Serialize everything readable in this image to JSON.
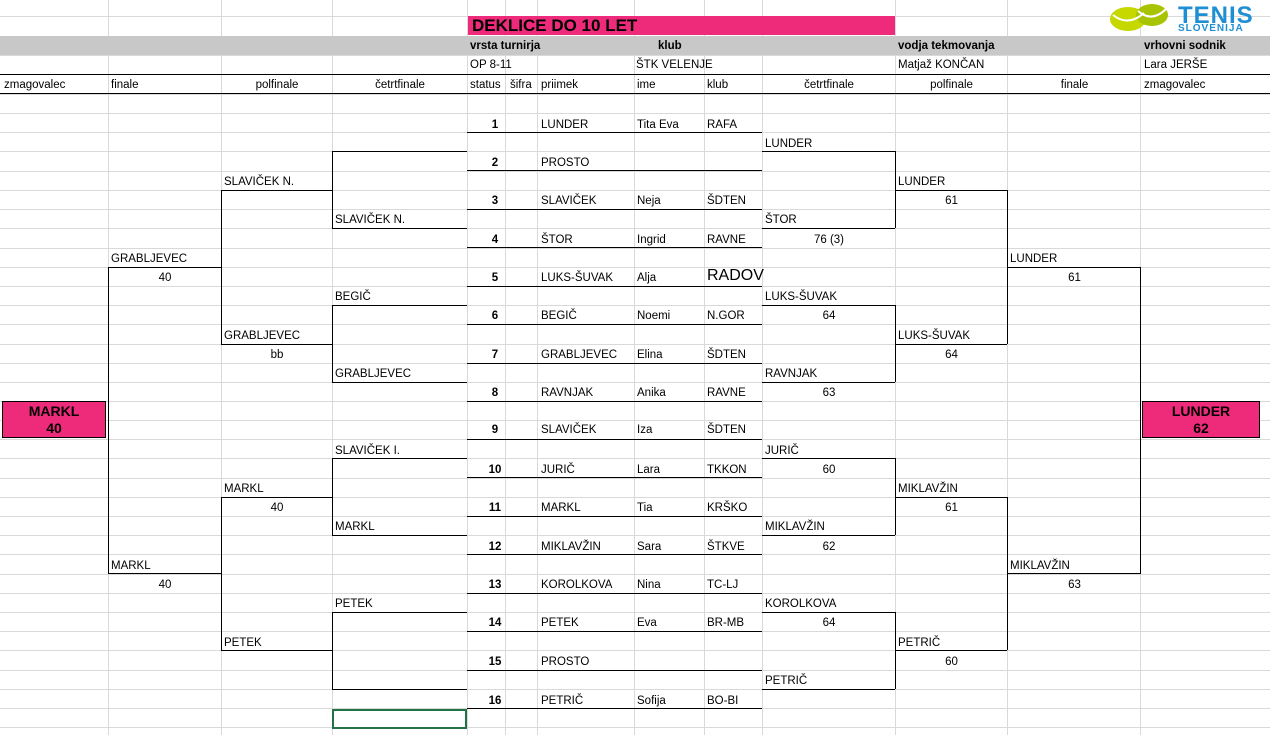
{
  "title": "DEKLICE DO 10 LET",
  "logo": {
    "big": "TENIS",
    "small": "SLOVENIJA"
  },
  "info": {
    "vrsta_label": "vrsta turnirja",
    "klub_label": "klub",
    "vodja_label": "vodja tekmovanja",
    "sodnik_label": "vrhovni  sodnik",
    "vrsta": "OP 8-11",
    "klub": "ŠTK VELENJE",
    "vodja": "Matjaž KONČAN",
    "sodnik": "Lara JERŠE"
  },
  "headers": {
    "zmag_left": "zmagovalec",
    "finale_left": "finale",
    "polfinale_left": "polfinale",
    "cetrt_left": "četrtfinale",
    "status": "status",
    "sifra": "šifra",
    "priimek": "priimek",
    "ime": "ime",
    "klub": "klub",
    "cetrt_right": "četrtfinale",
    "polfinale_right": "polfinale",
    "finale_right": "finale",
    "zmag_right": "zmagovalec"
  },
  "players": [
    {
      "num": "1",
      "surname": "LUNDER",
      "name": "Tita Eva",
      "club": "RAFA"
    },
    {
      "num": "2",
      "surname": "PROSTO",
      "name": "",
      "club": ""
    },
    {
      "num": "3",
      "surname": "SLAVIČEK",
      "name": "Neja",
      "club": "ŠDTEN"
    },
    {
      "num": "4",
      "surname": "ŠTOR",
      "name": "Ingrid",
      "club": "RAVNE"
    },
    {
      "num": "5",
      "surname": "LUKS-ŠUVAK",
      "name": "Alja",
      "club": "RADOV"
    },
    {
      "num": "6",
      "surname": "BEGIČ",
      "name": "Noemi",
      "club": "N.GOR"
    },
    {
      "num": "7",
      "surname": "GRABLJEVEC",
      "name": "Elina",
      "club": "ŠDTEN"
    },
    {
      "num": "8",
      "surname": "RAVNJAK",
      "name": "Anika",
      "club": "RAVNE"
    },
    {
      "num": "9",
      "surname": "SLAVIČEK",
      "name": "Iza",
      "club": "ŠDTEN"
    },
    {
      "num": "10",
      "surname": "JURIČ",
      "name": "Lara",
      "club": "TKKON"
    },
    {
      "num": "11",
      "surname": "MARKL",
      "name": "Tia",
      "club": "KRŠKO"
    },
    {
      "num": "12",
      "surname": "MIKLAVŽIN",
      "name": "Sara",
      "club": "ŠTKVE"
    },
    {
      "num": "13",
      "surname": "KOROLKOVA",
      "name": "Nina",
      "club": "TC-LJ"
    },
    {
      "num": "14",
      "surname": "PETEK",
      "name": "Eva",
      "club": "BR-MB"
    },
    {
      "num": "15",
      "surname": "PROSTO",
      "name": "",
      "club": ""
    },
    {
      "num": "16",
      "surname": "PETRIČ",
      "name": "Sofija",
      "club": "BO-BI"
    }
  ],
  "right_qf": [
    {
      "name": "LUNDER",
      "score": ""
    },
    {
      "name": "ŠTOR",
      "score": "76 (3)"
    },
    {
      "name": "LUKS-ŠUVAK",
      "score": "64"
    },
    {
      "name": "RAVNJAK",
      "score": "63"
    },
    {
      "name": "JURIČ",
      "score": "60"
    },
    {
      "name": "MIKLAVŽIN",
      "score": "62"
    },
    {
      "name": "KOROLKOVA",
      "score": "64"
    },
    {
      "name": "PETRIČ",
      "score": ""
    }
  ],
  "right_sf": [
    {
      "name": "LUNDER",
      "score": "61"
    },
    {
      "name": "LUKS-ŠUVAK",
      "score": "64"
    },
    {
      "name": "MIKLAVŽIN",
      "score": "61"
    },
    {
      "name": "PETRIČ",
      "score": "60"
    }
  ],
  "right_final": [
    {
      "name": "LUNDER",
      "score": "61"
    },
    {
      "name": "MIKLAVŽIN",
      "score": "63"
    }
  ],
  "right_winner": {
    "name": "LUNDER",
    "score": "62"
  },
  "left_qf": [
    "SLAVIČEK N.",
    "BEGIČ",
    "GRABLJEVEC",
    "SLAVIČEK I.",
    "MARKL",
    "PETEK"
  ],
  "left_sf": [
    {
      "name": "SLAVIČEK N.",
      "score": ""
    },
    {
      "name": "GRABLJEVEC",
      "score": "bb"
    },
    {
      "name": "MARKL",
      "score": "40"
    },
    {
      "name": "PETEK",
      "score": ""
    }
  ],
  "left_final": [
    {
      "name": "GRABLJEVEC",
      "score": "40"
    },
    {
      "name": "MARKL",
      "score": "40"
    }
  ],
  "left_winner": {
    "name": "MARKL",
    "score": "40"
  }
}
